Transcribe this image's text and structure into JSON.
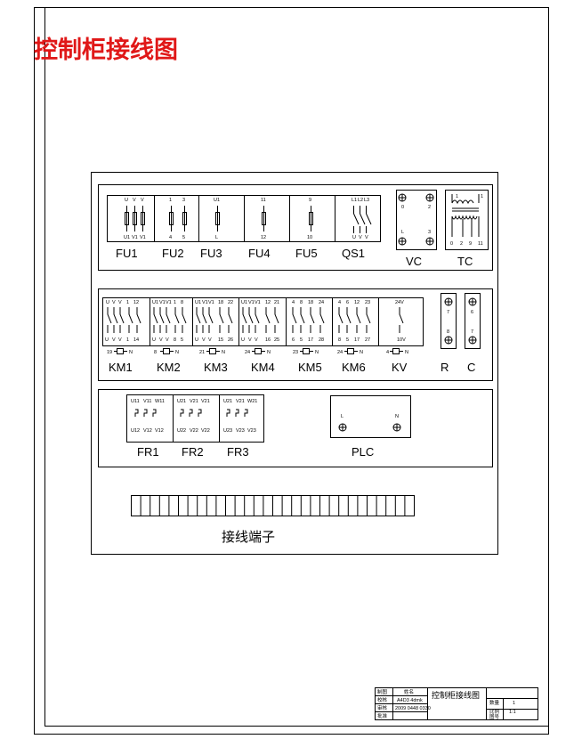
{
  "title": "控制柜接线图",
  "rows": [
    {
      "components": [
        {
          "label": "FU1",
          "top": [
            "U",
            "V",
            "V"
          ],
          "bottom": [
            "U1",
            "V1",
            "V1"
          ]
        },
        {
          "label": "FU2",
          "top": [
            "1",
            "3"
          ],
          "bottom": [
            "4",
            "5"
          ]
        },
        {
          "label": "FU3",
          "top": [
            "U1"
          ],
          "bottom": [
            "L"
          ]
        },
        {
          "label": "FU4",
          "top": [
            "11"
          ],
          "bottom": [
            "12"
          ]
        },
        {
          "label": "FU5",
          "top": [
            "9"
          ],
          "bottom": [
            "10"
          ]
        },
        {
          "label": "QS1",
          "top": [
            "L1",
            "L2",
            "L3"
          ],
          "bottom": [
            "U",
            "V",
            "V"
          ]
        },
        {
          "label": "VC",
          "top": [
            "0",
            "2"
          ],
          "bottom": [
            "L",
            "3"
          ]
        },
        {
          "label": "TC",
          "top": [
            "1",
            "1"
          ],
          "bottom": [
            "0",
            "2",
            "9",
            "11"
          ]
        }
      ]
    },
    {
      "components": [
        {
          "label": "KM1",
          "top": [
            "U",
            "V",
            "V",
            "1",
            "12"
          ],
          "bottom": [
            "U",
            "V",
            "V",
            "1",
            "14"
          ],
          "terms": [
            "19",
            "N"
          ]
        },
        {
          "label": "KM2",
          "top": [
            "U1",
            "V1",
            "V1",
            "1",
            "8"
          ],
          "bottom": [
            "U",
            "V",
            "V",
            "8",
            "5"
          ],
          "terms": [
            "8",
            "N"
          ]
        },
        {
          "label": "KM3",
          "top": [
            "U1",
            "V1",
            "V1",
            "18",
            "22"
          ],
          "bottom": [
            "U",
            "V",
            "V",
            "15",
            "26"
          ],
          "terms": [
            "21",
            "N"
          ]
        },
        {
          "label": "KM4",
          "top": [
            "U1",
            "V1",
            "V1",
            "12",
            "21"
          ],
          "bottom": [
            "U",
            "V",
            "V",
            "16",
            "25"
          ],
          "terms": [
            "24",
            "N"
          ]
        },
        {
          "label": "KM5",
          "top": [
            "4",
            "8",
            "18",
            "24"
          ],
          "bottom": [
            "6",
            "5",
            "17",
            "28"
          ],
          "terms": [
            "23",
            "N"
          ]
        },
        {
          "label": "KM6",
          "top": [
            "4",
            "6",
            "12",
            "23"
          ],
          "bottom": [
            "8",
            "5",
            "17",
            "27"
          ],
          "terms": [
            "24",
            "N"
          ]
        },
        {
          "label": "KV",
          "top": [
            "24V"
          ],
          "bottom": [
            "10V"
          ],
          "terms": [
            "4",
            "N"
          ]
        },
        {
          "label": "R",
          "top": [
            "7"
          ],
          "bottom": [
            "8"
          ]
        },
        {
          "label": "C",
          "top": [
            "6"
          ],
          "bottom": [
            "7"
          ]
        }
      ]
    },
    {
      "components": [
        {
          "label": "FR1",
          "top": [
            "U11",
            "V11",
            "W11"
          ],
          "bottom": [
            "U12",
            "V12",
            "V12"
          ]
        },
        {
          "label": "FR2",
          "top": [
            "U21",
            "V21",
            "V21"
          ],
          "bottom": [
            "U22",
            "V22",
            "V22"
          ]
        },
        {
          "label": "FR3",
          "top": [
            "U21",
            "V21",
            "W21"
          ],
          "bottom": [
            "U23",
            "V23",
            "V23"
          ]
        },
        {
          "label": "PLC",
          "top": [
            "L",
            "N"
          ],
          "bottom": []
        }
      ]
    }
  ],
  "terminal_block": {
    "label": "接线端子",
    "count": 30
  },
  "title_block": {
    "drawing_name": "控制柜接线图",
    "left_rows": [
      {
        "k": "制图",
        "v": "姓名"
      },
      {
        "k": "校核",
        "v": "A4D3 4dmk"
      },
      {
        "k": "审核",
        "v": "2009 0448 0330"
      },
      {
        "k": "批准",
        "v": ""
      }
    ],
    "right_rows": [
      {
        "k": "数量",
        "v": "1"
      },
      {
        "k": "比例",
        "v": "1:1"
      },
      {
        "k": "图号",
        "v": ""
      }
    ]
  }
}
